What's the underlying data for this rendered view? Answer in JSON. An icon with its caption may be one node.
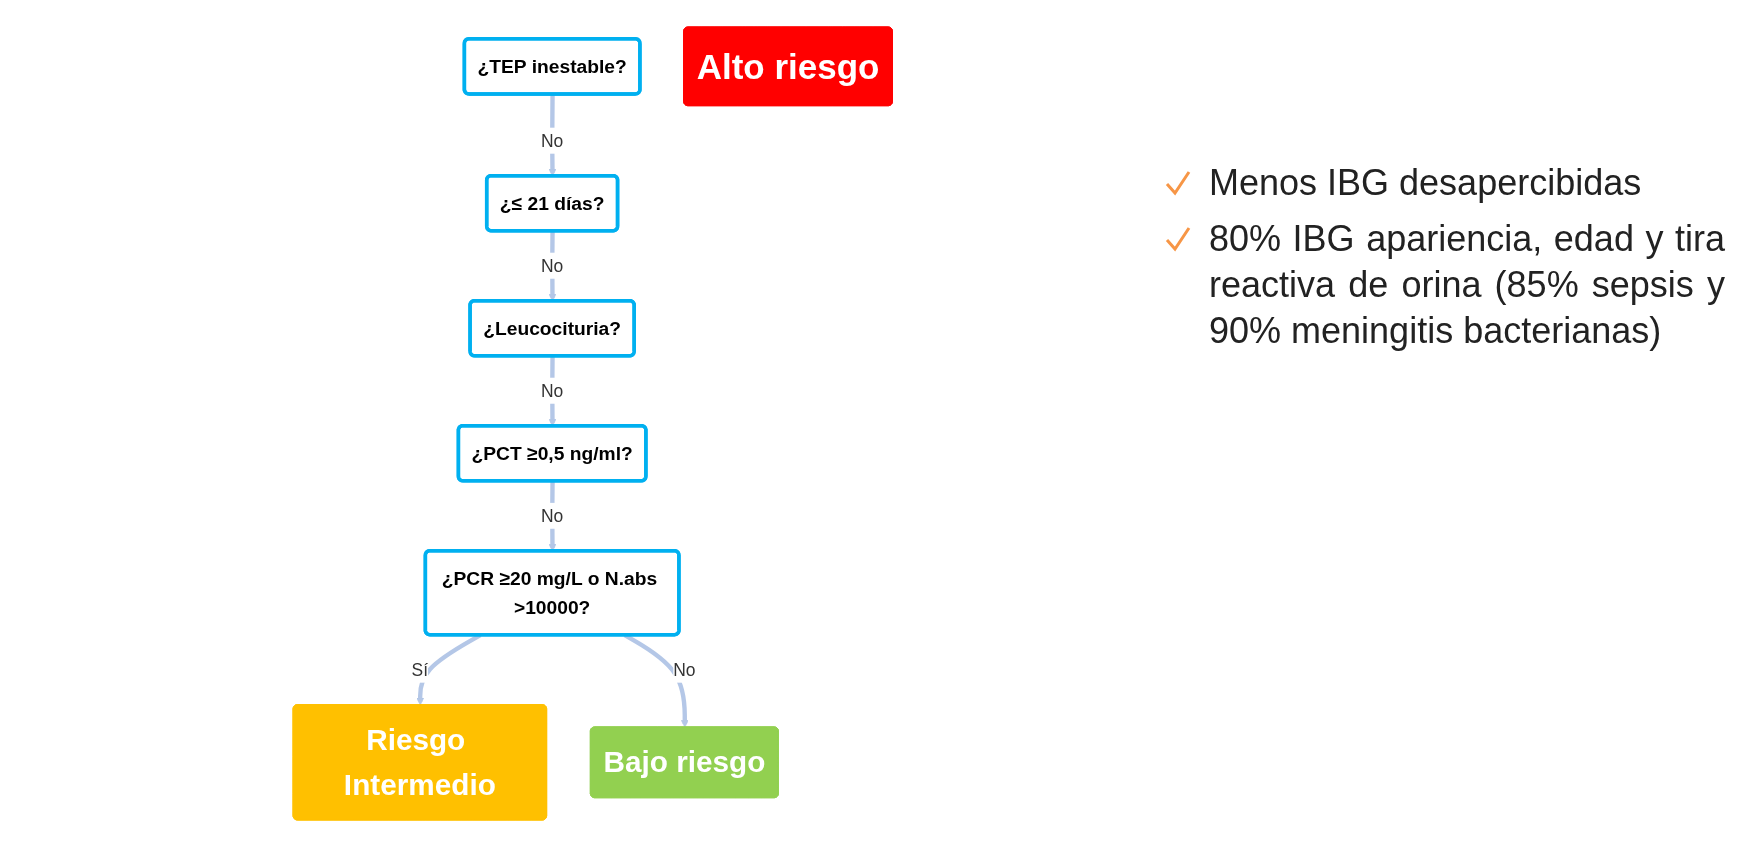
{
  "diagram": {
    "nodes": [
      {
        "text": [
          "¿TEP inestable?"
        ]
      },
      {
        "text": [
          "¿≤ 21 días?"
        ]
      },
      {
        "text": [
          "¿Leucocituria?"
        ]
      },
      {
        "text": [
          "¿PCT ≥0,5 ng/ml?"
        ]
      },
      {
        "text": [
          "¿PCR ≥20 mg/L o N.abs >10000?"
        ]
      },
      {
        "text": [
          "Alto riesgo"
        ]
      },
      {
        "text": [
          "Riesgo Intermedio"
        ]
      },
      {
        "text": [
          "Bajo riesgo"
        ]
      }
    ],
    "edges": [
      {
        "from": 0,
        "to": 1,
        "arrow": "to",
        "label": "No"
      },
      {
        "from": 1,
        "to": 2,
        "arrow": "to",
        "label": "No"
      },
      {
        "from": 2,
        "to": 3,
        "arrow": "to",
        "label": "No"
      },
      {
        "from": 3,
        "to": 4,
        "arrow": "to",
        "label": "No"
      },
      {
        "from": 4,
        "to": 6,
        "arrow": "to",
        "label": "Sí"
      },
      {
        "from": 4,
        "to": 7,
        "arrow": "to",
        "label": "No"
      }
    ],
    "labels": [
      "Menos IBG desapercibidas",
      "80% IBG apariencia, edad y tira reactiva de orina (85% sepsis y 90% meningitis bacterianas)"
    ]
  }
}
